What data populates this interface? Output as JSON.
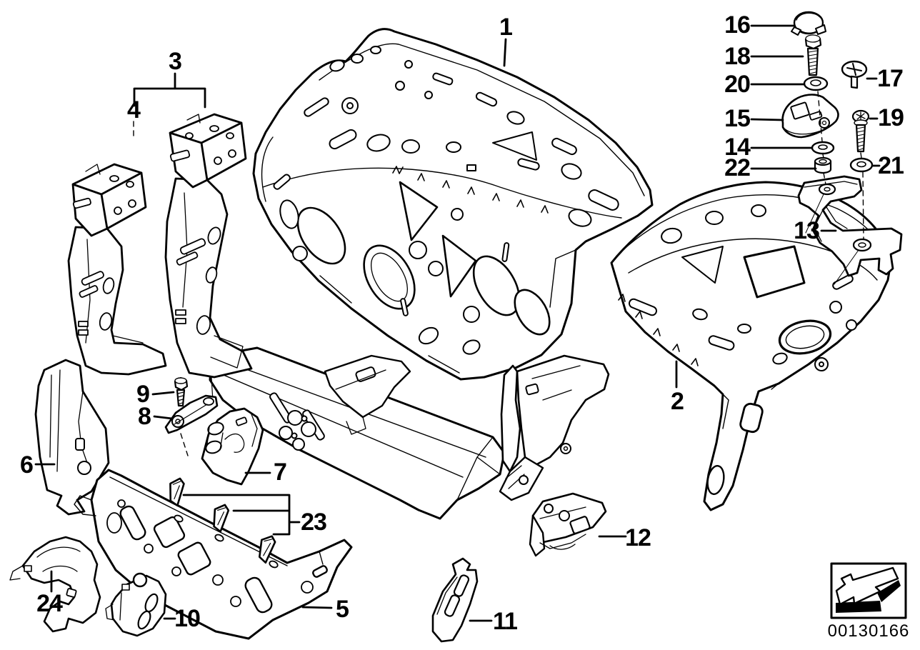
{
  "diagram": {
    "type": "exploded-parts-diagram",
    "drawing_number": "00130166",
    "callouts": [
      "1",
      "2",
      "3",
      "4",
      "5",
      "6",
      "7",
      "8",
      "9",
      "10",
      "11",
      "12",
      "13",
      "14",
      "15",
      "16",
      "17",
      "18",
      "19",
      "20",
      "21",
      "22",
      "23",
      "24"
    ]
  }
}
